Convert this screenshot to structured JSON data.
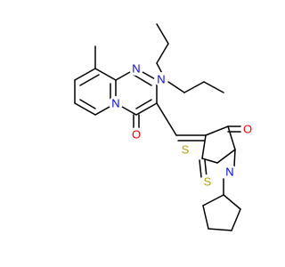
{
  "colors": {
    "background": "#ffffff",
    "bond": "#000000",
    "nitrogen": "#0000ff",
    "oxygen": "#ff0000",
    "sulfur": "#b8a000"
  },
  "atom_labels": {
    "n_upper": "N",
    "n_amine": "N",
    "n_bridge": "N",
    "n_ring": "N",
    "o_pyrimidinone": "O",
    "o_thiazolidinone": "O",
    "s_ring": "S",
    "s_thione": "S"
  }
}
